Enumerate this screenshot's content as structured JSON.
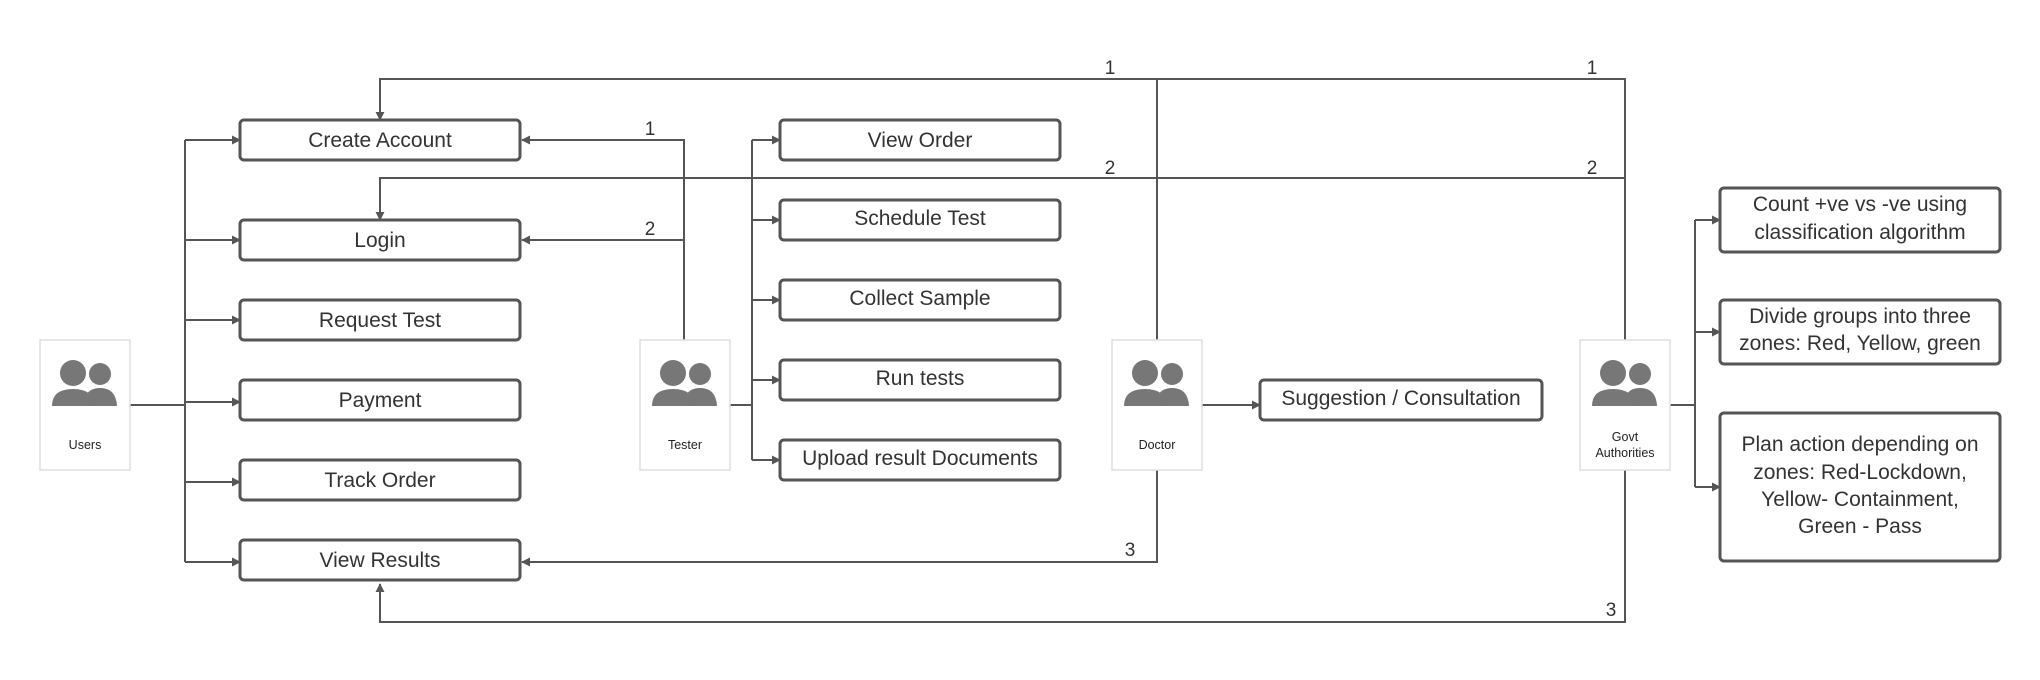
{
  "actors": {
    "users": "Users",
    "tester": "Tester",
    "doctor": "Doctor",
    "govt_line1": "Govt",
    "govt_line2": "Authorities"
  },
  "users_actions": {
    "create_account": "Create Account",
    "login": "Login",
    "request_test": "Request Test",
    "payment": "Payment",
    "track_order": "Track Order",
    "view_results": "View Results"
  },
  "tester_actions": {
    "view_order": "View Order",
    "schedule_test": "Schedule Test",
    "collect_sample": "Collect Sample",
    "run_tests": "Run tests",
    "upload_results": "Upload result Documents"
  },
  "doctor_actions": {
    "suggestion": "Suggestion / Consultation"
  },
  "govt_actions": {
    "count_line1": "Count +ve vs -ve using",
    "count_line2": "classification algorithm",
    "divide_line1": "Divide groups into  three",
    "divide_line2": "zones: Red, Yellow, green",
    "plan_line1": "Plan action  depending on",
    "plan_line2": "zones: Red-Lockdown,",
    "plan_line3": "Yellow- Containment,",
    "plan_line4": "Green - Pass"
  },
  "connector_numbers": {
    "one": "1",
    "two": "2",
    "three": "3"
  },
  "colors": {
    "line": "#555555",
    "icon": "#777777",
    "actor_border": "#dddddd"
  }
}
